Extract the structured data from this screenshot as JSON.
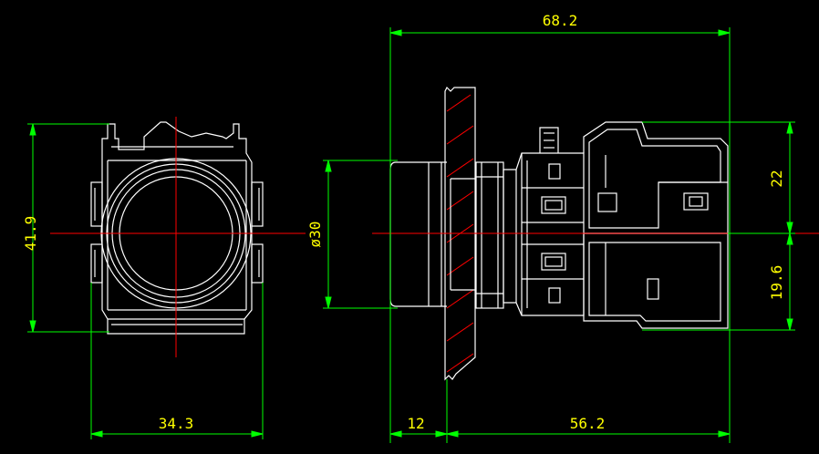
{
  "colors": {
    "background": "#000000",
    "outline": "#ffffff",
    "dimension_line": "#00ff00",
    "dimension_text": "#ffff00",
    "center_line": "#ff0000",
    "hatch": "#ff0000"
  },
  "dimensions": {
    "front_height": "41.9",
    "front_width": "34.3",
    "overall_length": "68.2",
    "diameter": "ø30",
    "head_length": "12",
    "body_length": "56.2",
    "upper_height": "22",
    "lower_height": "19.6"
  }
}
